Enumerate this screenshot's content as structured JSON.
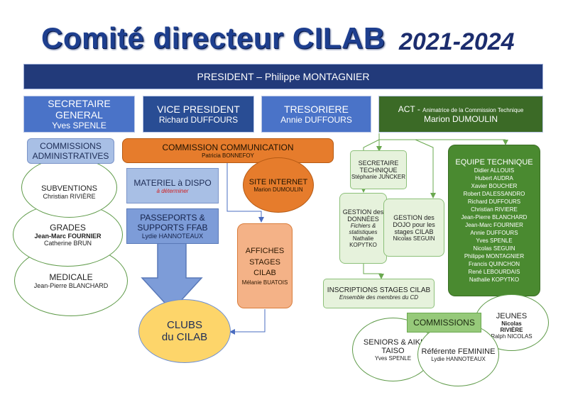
{
  "title": "Comité directeur CILAB",
  "years": "2021-2024",
  "president": "PRESIDENT – Philippe MONTAGNIER",
  "secretaire": {
    "role": "SECRETAIRE GENERAL",
    "name": "Yves SPENLE"
  },
  "vice": {
    "role": "VICE PRESIDENT",
    "name": "Richard DUFFOURS"
  },
  "tresoriere": {
    "role": "TRESORIERE",
    "name": "Annie DUFFOURS"
  },
  "act": {
    "role": "ACT - ",
    "role_detail": "Animatrice de la Commission Technique",
    "name": "Marion DUMOULIN"
  },
  "commissions_admin": "COMMISSIONS ADMINISTRATIVES",
  "subventions": {
    "label": "SUBVENTIONS",
    "name": "Christian RIVIÈRE"
  },
  "grades": {
    "label": "GRADES",
    "name1": "Jean-Marc FOURNIER",
    "name2": "Catherine BRUN"
  },
  "medicale": {
    "label": "MEDICALE",
    "name": "Jean-Pierre BLANCHARD"
  },
  "commission_com": {
    "label": "COMMISSION COMMUNICATION",
    "name": "Patricia BONNEFOY"
  },
  "materiel": {
    "label": "MATERIEL à DISPO",
    "note": "à déterminer"
  },
  "passeports": {
    "label": "PASSEPORTS & SUPPORTS FFAB",
    "name": "Lydie HANNOTEAUX"
  },
  "site": {
    "label": "SITE INTERNET",
    "name": "Marion DUMOULIN"
  },
  "affiches": {
    "label": "AFFICHES STAGES CILAB",
    "name": "Mélanie BUATOIS"
  },
  "clubs": {
    "line1": "CLUBS",
    "line2": "du CILAB"
  },
  "secretaire_tech": {
    "label": "SECRETAIRE TECHNIQUE",
    "name": "Stéphanie JUNCKER"
  },
  "gestion_donnees": {
    "label": "GESTION des DONNÉES",
    "note": "Fichiers & statistiques",
    "name": "Nathalie KOPYTKO"
  },
  "gestion_dojo": {
    "label": "GESTION des DOJO pour les stages CILAB",
    "name": "Nicolas SEGUIN"
  },
  "equipe": {
    "label": "EQUIPE TECHNIQUE",
    "members": [
      "Didier ALLOUIS",
      "Hubert AUDRA",
      "Xavier BOUCHER",
      "Robert DALESSANDRO",
      "Richard DUFFOURS",
      "Christian RIVIERE",
      "Jean-Pierre BLANCHARD",
      "Jean-Marc FOURNIER",
      "Annie DUFFOURS",
      "Yves SPENLE",
      "Nicolas SEGUIN",
      "Philippe MONTAGNIER",
      "Francis QUINCHON",
      "René LEBOURDAIS",
      "Nathalie KOPYTKO"
    ]
  },
  "inscriptions": {
    "label": "INSCRIPTIONS STAGES CILAB",
    "note": "Ensemble des membres du CD"
  },
  "commissions": "COMMISSIONS",
  "jeunes": {
    "label": "JEUNES",
    "name1": "Nicolas",
    "name1b": "RIVIÈRE",
    "name2": "Ralph NICOLAS"
  },
  "seniors": {
    "label": "SENIORS & AIKI TAISO",
    "name": "Yves SPENLE"
  },
  "referente": {
    "label": "Référente FEMININE",
    "name": "Lydie HANNOTEAUX"
  },
  "colors": {
    "title": "#1e3f8f",
    "president_bar": "#223a7a",
    "level1_blue": "#4a73c8",
    "level1_navy": "#294d94",
    "act_green": "#3b6a26",
    "orange": "#e67c2c",
    "clubs_yellow": "#fdd56a"
  }
}
